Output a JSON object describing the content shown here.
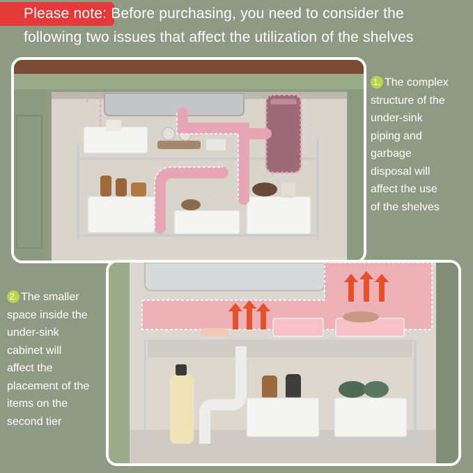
{
  "header": {
    "note_label": "Please note:",
    "line1_rest": " Before purchasing, you need to consider the",
    "line2": "following two issues that affect the utilization of the shelves"
  },
  "issues": [
    {
      "number": "1.",
      "text_lines": [
        "The complex",
        "structure of the",
        "under-sink",
        "piping and",
        "garbage",
        "disposal will",
        "affect the use",
        "of the shelves"
      ]
    },
    {
      "number": "2.",
      "text_lines": [
        "The smaller",
        "space inside the",
        "under-sink",
        "cabinet will",
        "affect the",
        "placement of the",
        "items on the",
        "second tier"
      ]
    }
  ],
  "colors": {
    "background": "#8f9a84",
    "note_badge": "#e63a3a",
    "step_badge": "#b9d64a",
    "pipe_highlight": "#e8a4b4",
    "space_highlight": "#f2a3ad",
    "heat_arrow": "#e8502a",
    "countertop": "#7a4a32"
  }
}
